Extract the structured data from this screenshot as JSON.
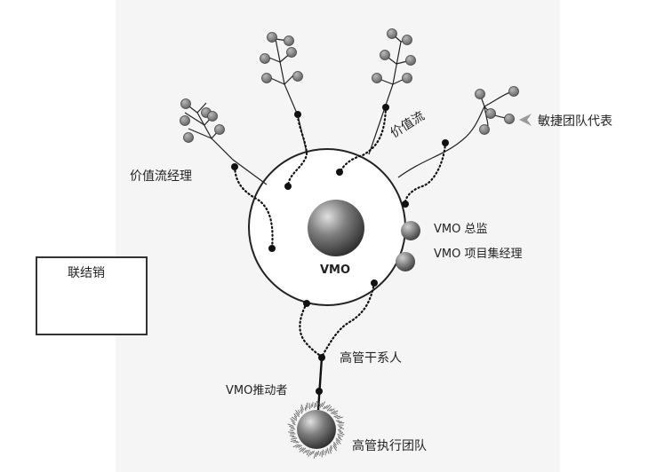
{
  "labels": {
    "value_stream_manager": "价值流经理",
    "value_stream": "价值流",
    "agile_team_rep": "敏捷团队代表",
    "vmo_director": "VMO 总监",
    "vmo_project_manager": "VMO 项目集经理",
    "vmo_center": "VMO",
    "senior_stakeholder": "高管干系人",
    "vmo_promoter": "VMO推动者",
    "exec_team": "高管执行团队"
  },
  "legend": {
    "title": "联结销"
  },
  "colors": {
    "outline": "#222222",
    "connector_dot": "#111111",
    "leaf_fill": "#7a7a7a",
    "arrow_fill": "#9a9a9a",
    "panel_bg": "#f5f5f5"
  },
  "icons": {
    "arrow": "chevron-left-icon"
  }
}
